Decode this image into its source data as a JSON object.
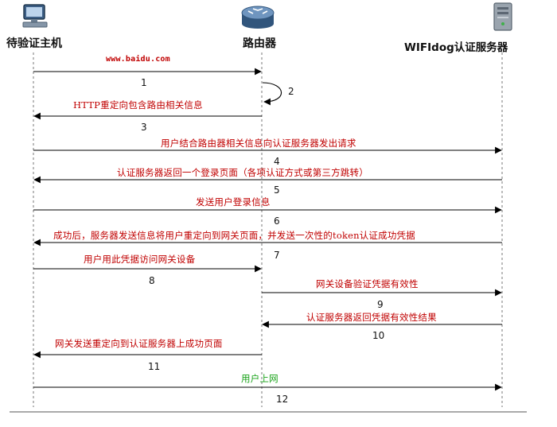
{
  "actors": {
    "host": "待验证主机",
    "router": "路由器",
    "server": "WIFIdog认证服务器"
  },
  "messages": [
    {
      "text": "www.baidu.com",
      "num": "1",
      "direction": "host-to-router"
    },
    {
      "text": "",
      "num": "2",
      "direction": "router-self"
    },
    {
      "text": "HTTP重定向包含路由相关信息",
      "num": "3",
      "direction": "router-to-host"
    },
    {
      "text": "用户结合路由器相关信息向认证服务器发出请求",
      "num": "4",
      "direction": "host-to-server"
    },
    {
      "text": "认证服务器返回一个登录页面（各项认证方式或第三方跳转）",
      "num": "5",
      "direction": "server-to-host"
    },
    {
      "text": "发送用户登录信息",
      "num": "6",
      "direction": "host-to-server"
    },
    {
      "text": "成功后，服务器发送信息将用户重定向到网关页面，并发送一次性的token认证成功凭据",
      "num": "7",
      "direction": "server-to-host"
    },
    {
      "text": "用户用此凭据访问网关设备",
      "num": "8",
      "direction": "host-to-router"
    },
    {
      "text": "网关设备验证凭据有效性",
      "num": "9",
      "direction": "router-to-server"
    },
    {
      "text": "认证服务器返回凭据有效性结果",
      "num": "10",
      "direction": "server-to-router"
    },
    {
      "text": "网关发送重定向到认证服务器上成功页面",
      "num": "11",
      "direction": "router-to-host"
    },
    {
      "text": "用户上网",
      "num": "12",
      "direction": "host-to-server"
    }
  ],
  "colors": {
    "message_text": "#c00000",
    "final_message_text": "#1aa31a",
    "lifeline": "#777777",
    "arrow": "#000000"
  },
  "icons": {
    "host": "computer-icon",
    "router": "router-icon",
    "server": "server-tower-icon"
  }
}
